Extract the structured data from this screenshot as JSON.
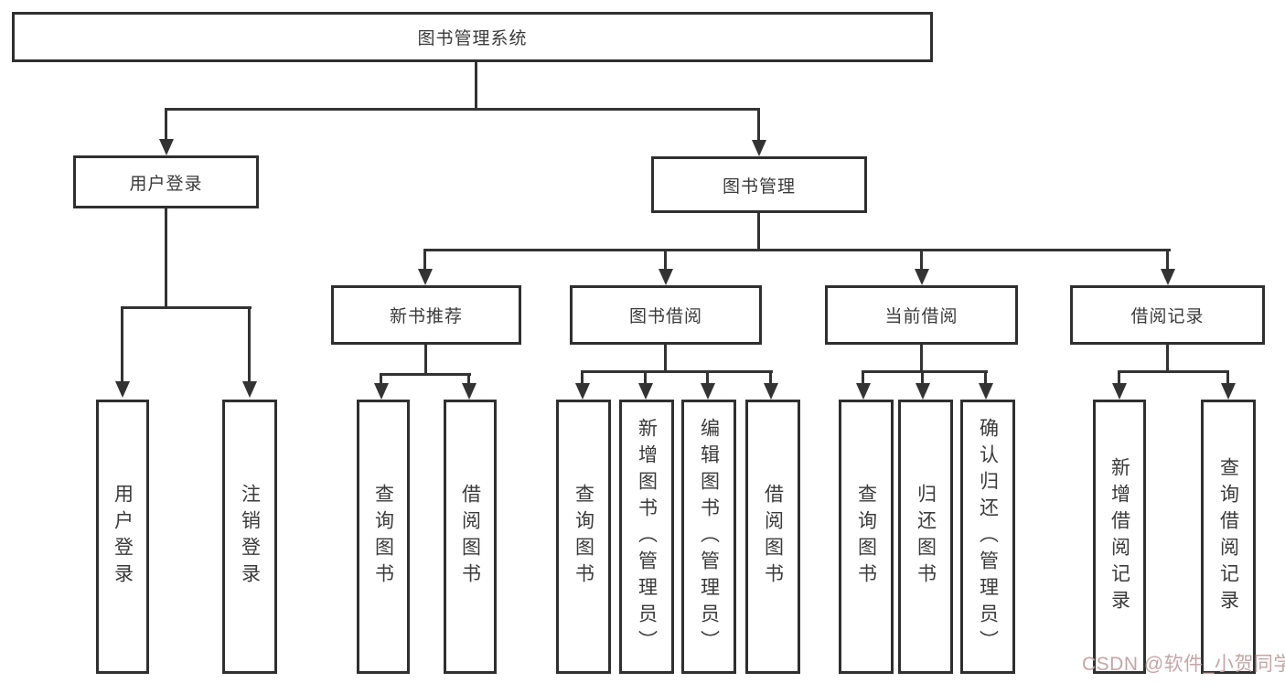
{
  "nodes": {
    "root": "图书管理系统",
    "user_login": "用户登录",
    "book_mgmt": "图书管理",
    "new_book_rec": "新书推荐",
    "book_borrow": "图书借阅",
    "current_borrow": "当前借阅",
    "borrow_record": "借阅记录",
    "ul_user_login": "用户登录",
    "ul_logout": "注销登录",
    "nb_query_book": "查询图书",
    "nb_borrow_book": "借阅图书",
    "bb_query_book": "查询图书",
    "bb_add_book": "新增图书（管理员）",
    "bb_edit_book": "编辑图书（管理员）",
    "bb_borrow_book": "借阅图书",
    "cb_query_book": "查询图书",
    "cb_return_book": "归还图书",
    "cb_confirm_return": "确认归还（管理员）",
    "br_add_record": "新增借阅记录",
    "br_query_record": "查询借阅记录"
  },
  "watermark": "CSDN @软件_小贺同学",
  "colors": {
    "line": "#333333",
    "box_border": "#2f2f2f",
    "text": "#3a3a3a",
    "watermark": "#c4a6a6",
    "background": "#ffffff"
  }
}
